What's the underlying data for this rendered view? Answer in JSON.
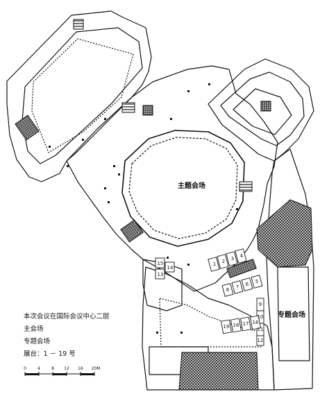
{
  "labels": {
    "main_hall": "主题会场",
    "special_hall": "专题会场"
  },
  "legend": {
    "line1": "本次会议在国际会议中心二层",
    "line2": "主会场",
    "line3": "专题会场",
    "line4": "展台：1 － 19 号"
  },
  "scale": {
    "ticks": [
      "0",
      "4",
      "8",
      "12",
      "16",
      "20M"
    ]
  },
  "booths": {
    "top_row": [
      "1",
      "2",
      "3",
      "4"
    ],
    "mid_row": [
      "5",
      "6",
      "7",
      "8"
    ],
    "right_col": [
      "9",
      "10",
      "11",
      "12"
    ],
    "left_col": [
      "13",
      "14",
      "15"
    ],
    "bottom_row": [
      "16",
      "17",
      "18",
      "19"
    ]
  },
  "colors": {
    "ink": "#111111",
    "paper": "#ffffff",
    "hatch": "#333333"
  }
}
